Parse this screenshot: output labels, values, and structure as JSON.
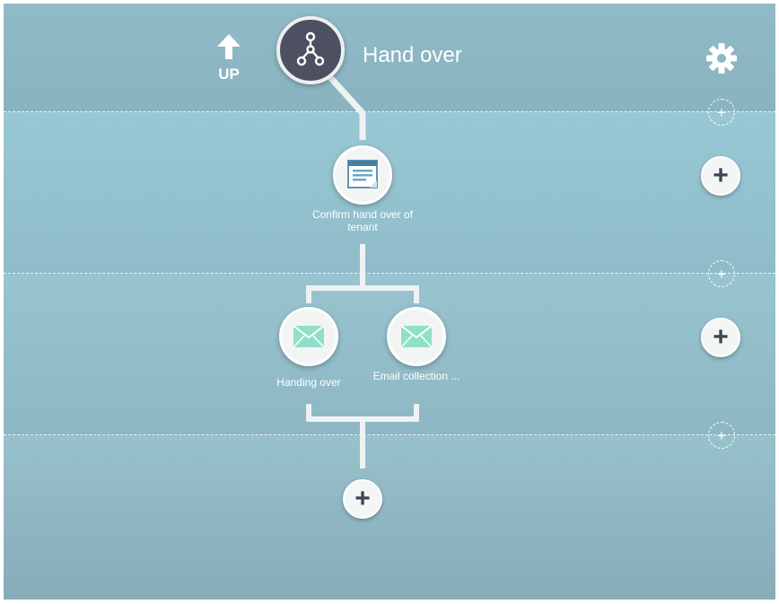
{
  "header": {
    "up_label": "UP",
    "title": "Hand over",
    "root_icon": "hierarchy-icon",
    "settings_icon": "gear-icon"
  },
  "tasks": [
    {
      "label": "Confirm hand over of tenant",
      "icon": "form-icon"
    },
    {
      "label": "Handing over",
      "icon": "envelope-icon"
    },
    {
      "label": "Email collection ...",
      "icon": "envelope-icon"
    }
  ],
  "add_symbol": "+",
  "colors": {
    "background": "#8fbac6",
    "node_dark": "#4c5060",
    "connector": "#eef2f3",
    "envelope": "#7ad8c0",
    "form_blue": "#5a96b8"
  }
}
